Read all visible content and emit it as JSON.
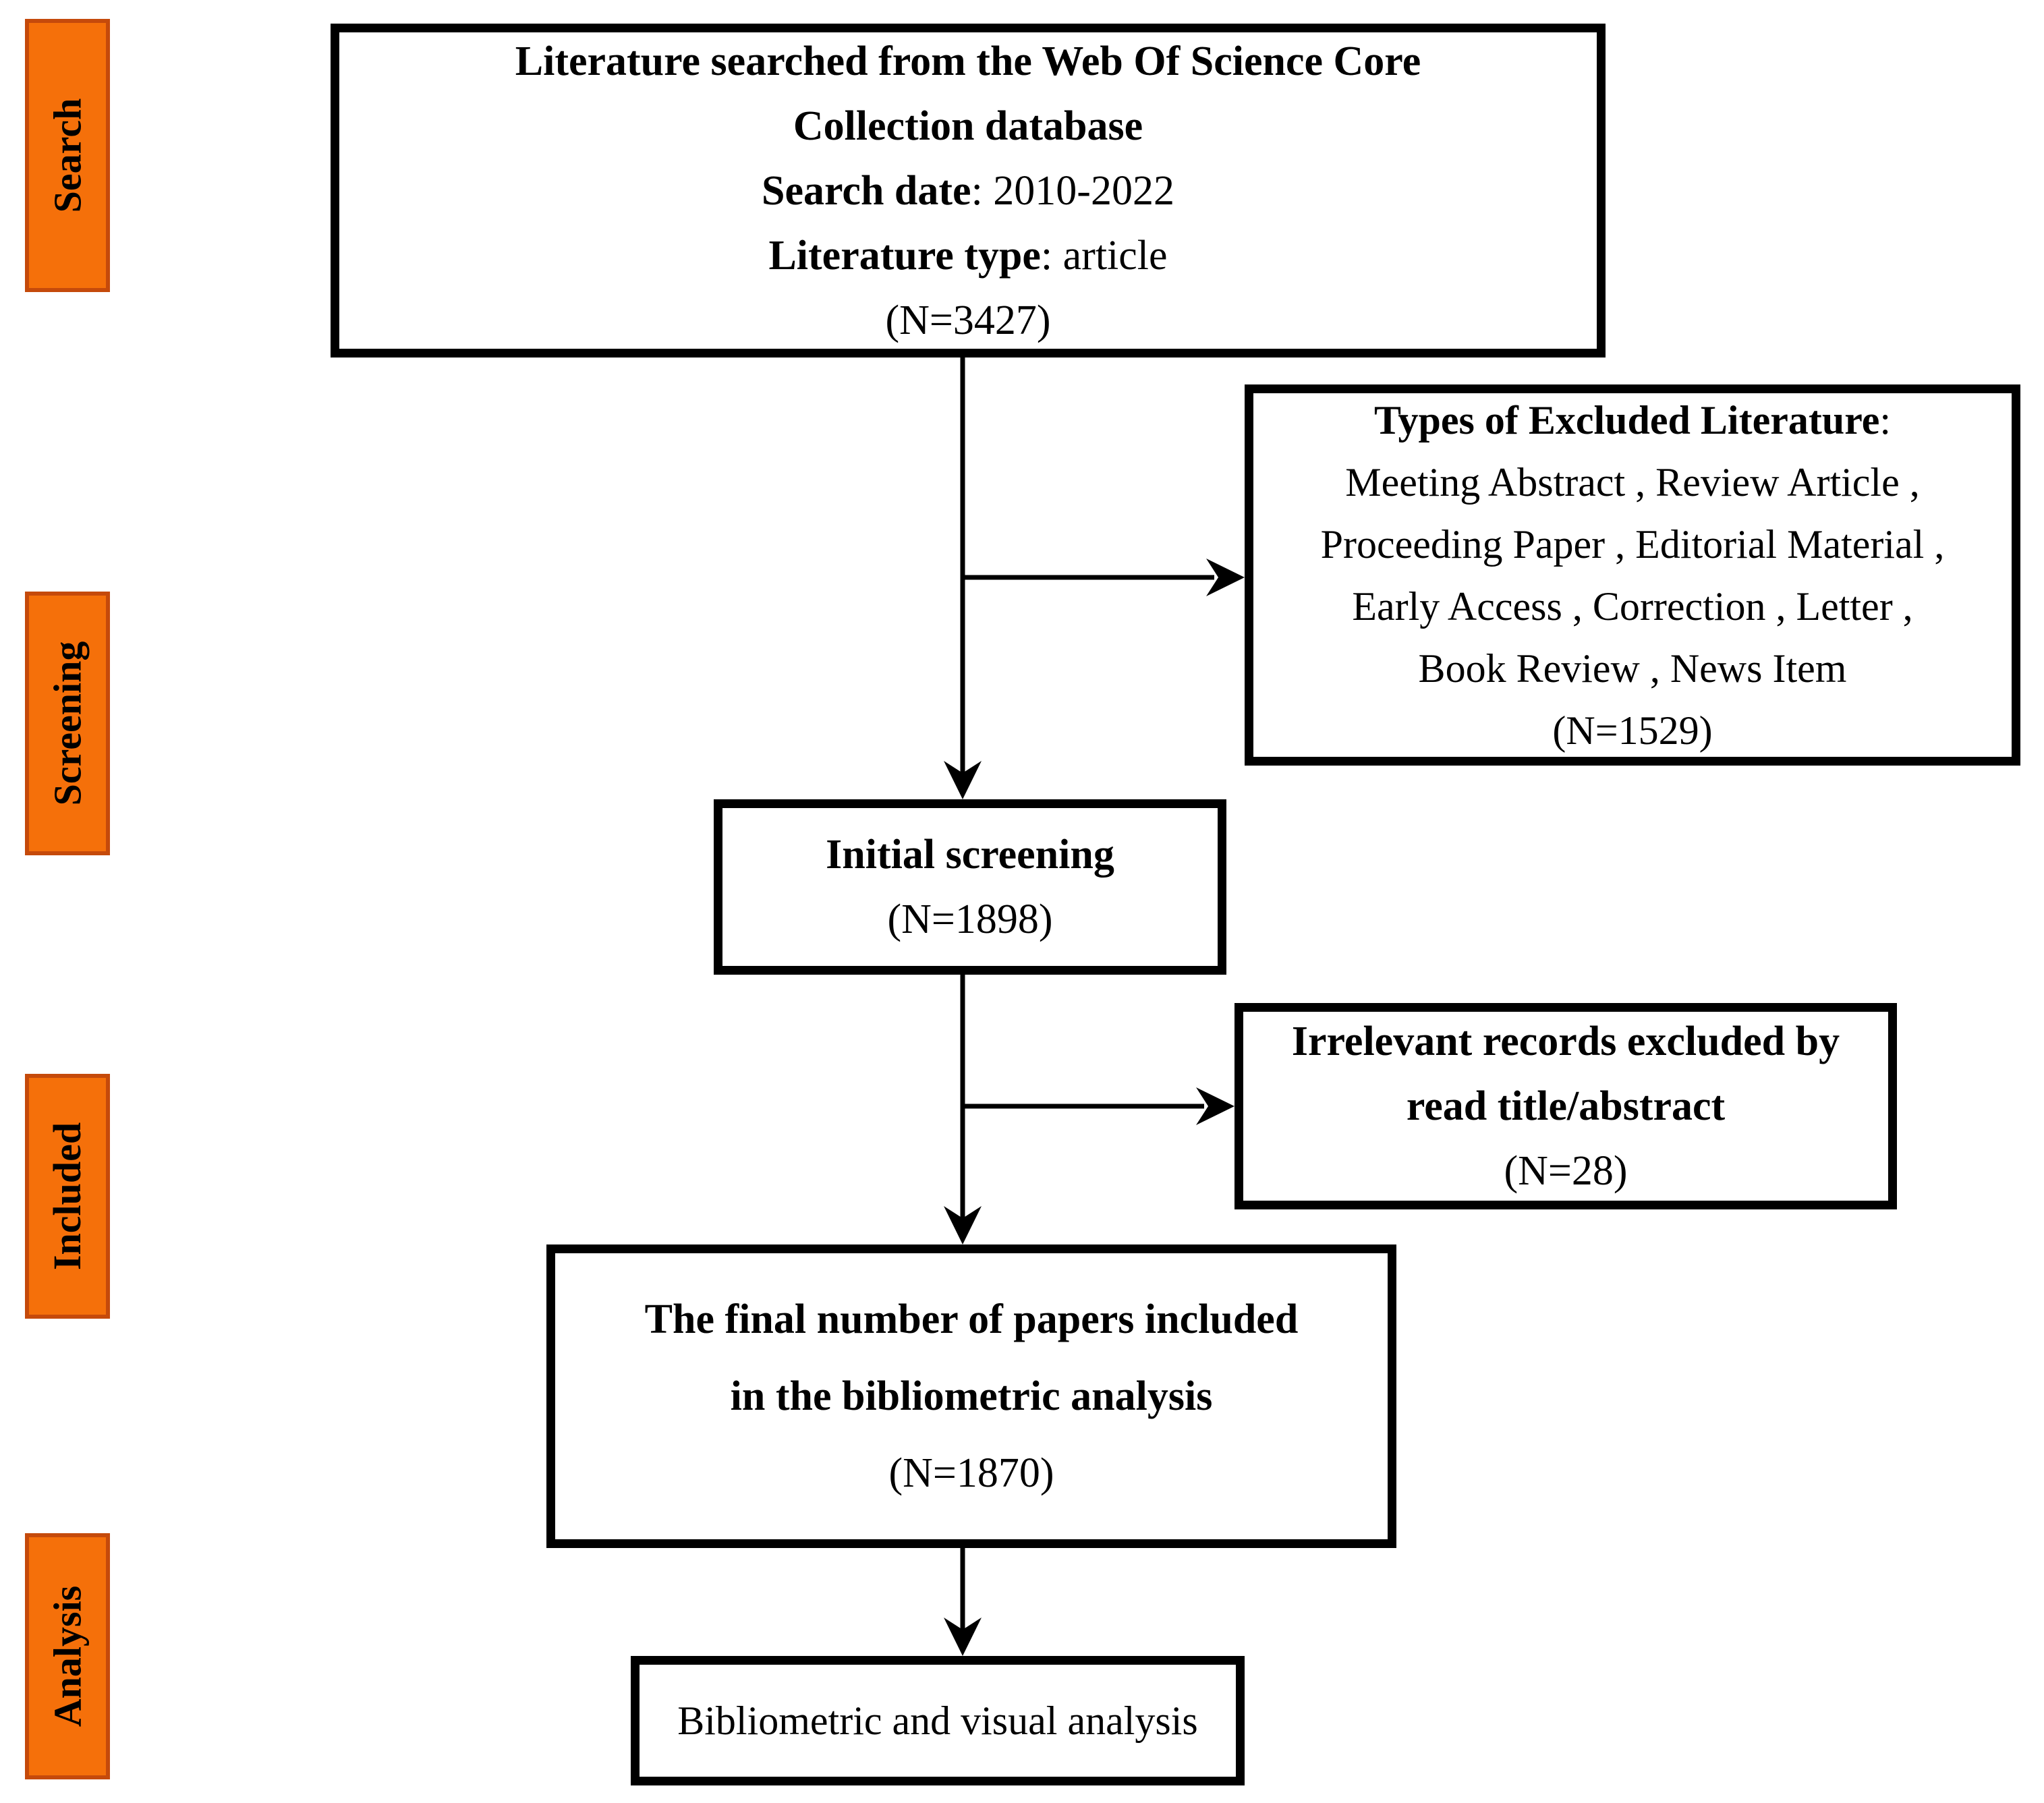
{
  "stages": [
    {
      "label": "Search"
    },
    {
      "label": "Screening"
    },
    {
      "label": "Included"
    },
    {
      "label": "Analysis"
    }
  ],
  "boxes": {
    "search": {
      "title_lines": [
        "Literature searched from the Web Of Science Core",
        "Collection database"
      ],
      "date_label": "Search date",
      "date_rest": ": 2010-2022",
      "type_label": "Literature type",
      "type_rest": ": article",
      "n": "(N=3427)"
    },
    "excluded": {
      "title": "Types of Excluded Literature",
      "colon": ":",
      "lines": [
        "Meeting Abstract , Review Article ,",
        "Proceeding Paper , Editorial Material ,",
        "Early Access , Correction , Letter ,",
        "Book Review , News Item"
      ],
      "n": "(N=1529)"
    },
    "screening": {
      "title": "Initial screening",
      "n": "(N=1898)"
    },
    "irrelevant": {
      "title_lines": [
        "Irrelevant records excluded by",
        "read title/abstract"
      ],
      "n": "(N=28)"
    },
    "final": {
      "title_lines": [
        "The final number of papers included",
        "in the bibliometric analysis"
      ],
      "n": "(N=1870)"
    },
    "analysis": {
      "title": "Bibliometric and visual analysis"
    }
  },
  "colors": {
    "stage_fill": "#F5700A",
    "stage_border": "#C54A0B",
    "box_border": "#000000",
    "connector": "#000000"
  }
}
